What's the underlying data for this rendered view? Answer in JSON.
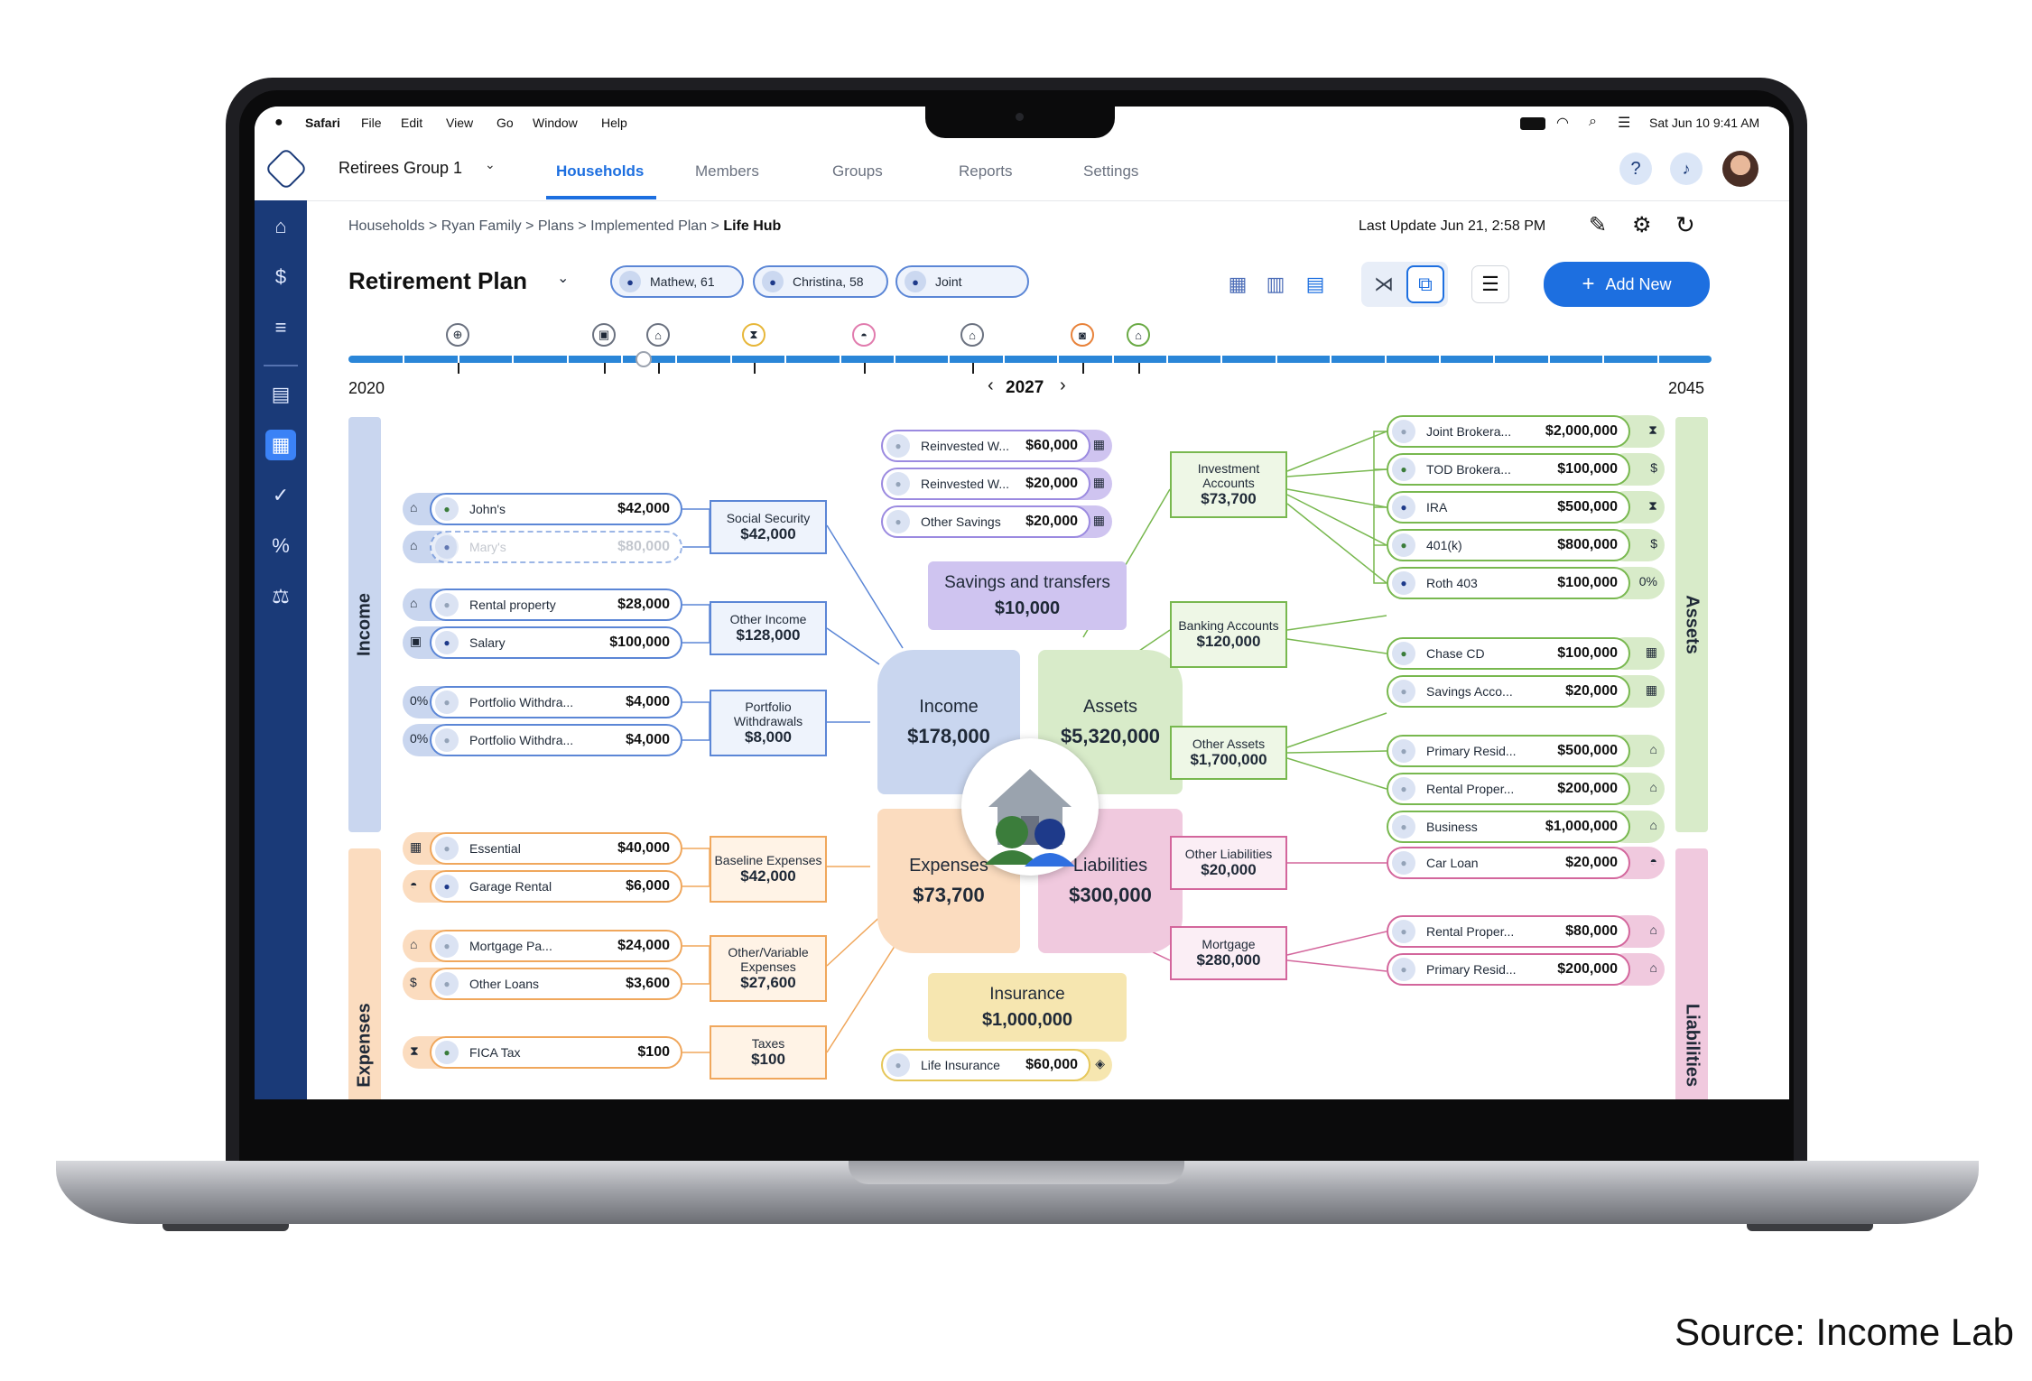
{
  "menubar": {
    "app": "Safari",
    "items": [
      "File",
      "Edit",
      "View",
      "Go",
      "Window",
      "Help"
    ],
    "clock": "Sat Jun 10  9:41 AM"
  },
  "topnav": {
    "group": "Retirees Group 1",
    "tabs": [
      "Households",
      "Members",
      "Groups",
      "Reports",
      "Settings"
    ],
    "active_tab": "Households"
  },
  "breadcrumb": {
    "trail": "Households > Ryan Family > Plans > Implemented Plan > ",
    "current": "Life Hub"
  },
  "last_update": "Last Update Jun 21, 2:58 PM",
  "plan": {
    "title": "Retirement Plan",
    "members": [
      "Mathew, 61",
      "Christina, 58",
      "Joint"
    ],
    "add_label": "Add New"
  },
  "timeline": {
    "start": "2020",
    "end": "2045",
    "current": "2027",
    "prev": "‹",
    "next": "›"
  },
  "bands": {
    "income": "Income",
    "expenses": "Expenses",
    "assets": "Assets",
    "liabilities": "Liabilities"
  },
  "income_items": [
    {
      "label": "John's",
      "value": "$42,000"
    },
    {
      "label": "Mary's",
      "value": "$80,000"
    },
    {
      "label": "Rental property",
      "value": "$28,000"
    },
    {
      "label": "Salary",
      "value": "$100,000"
    },
    {
      "label": "Portfolio Withdra...",
      "value": "$4,000"
    },
    {
      "label": "Portfolio Withdra...",
      "value": "$4,000"
    }
  ],
  "income_groups": [
    {
      "label": "Social Security",
      "value": "$42,000"
    },
    {
      "label": "Other Income",
      "value": "$128,000"
    },
    {
      "label": "Portfolio Withdrawals",
      "value": "$8,000"
    }
  ],
  "expense_items": [
    {
      "label": "Essential",
      "value": "$40,000"
    },
    {
      "label": "Garage Rental",
      "value": "$6,000"
    },
    {
      "label": "Mortgage Pa...",
      "value": "$24,000"
    },
    {
      "label": "Other Loans",
      "value": "$3,600"
    },
    {
      "label": "FICA Tax",
      "value": "$100"
    }
  ],
  "expense_groups": [
    {
      "label": "Baseline Expenses",
      "value": "$42,000"
    },
    {
      "label": "Other/Variable Expenses",
      "value": "$27,600"
    },
    {
      "label": "Taxes",
      "value": "$100"
    }
  ],
  "center": {
    "savings_items": [
      {
        "label": "Reinvested W...",
        "value": "$60,000"
      },
      {
        "label": "Reinvested W...",
        "value": "$20,000"
      },
      {
        "label": "Other Savings",
        "value": "$20,000"
      }
    ],
    "savings": {
      "label": "Savings and transfers",
      "value": "$10,000"
    },
    "income": {
      "label": "Income",
      "value": "$178,000"
    },
    "assets": {
      "label": "Assets",
      "value": "$5,320,000"
    },
    "expenses": {
      "label": "Expenses",
      "value": "$73,700"
    },
    "liabilities": {
      "label": "Liabilities",
      "value": "$300,000"
    },
    "insurance": {
      "label": "Insurance",
      "value": "$1,000,000"
    },
    "insurance_items": [
      {
        "label": "Life Insurance",
        "value": "$60,000"
      }
    ]
  },
  "asset_groups": [
    {
      "label": "Investment Accounts",
      "value": "$73,700"
    },
    {
      "label": "Banking Accounts",
      "value": "$120,000"
    },
    {
      "label": "Other Assets",
      "value": "$1,700,000"
    }
  ],
  "asset_items": [
    {
      "label": "Joint Brokera...",
      "value": "$2,000,000"
    },
    {
      "label": "TOD Brokera...",
      "value": "$100,000"
    },
    {
      "label": "IRA",
      "value": "$500,000"
    },
    {
      "label": "401(k)",
      "value": "$800,000"
    },
    {
      "label": "Roth 403",
      "value": "$100,000"
    },
    {
      "label": "Chase CD",
      "value": "$100,000"
    },
    {
      "label": "Savings Acco...",
      "value": "$20,000"
    },
    {
      "label": "Primary Resid...",
      "value": "$500,000"
    },
    {
      "label": "Rental Proper...",
      "value": "$200,000"
    },
    {
      "label": "Business",
      "value": "$1,000,000"
    }
  ],
  "liability_groups": [
    {
      "label": "Other Liabilities",
      "value": "$20,000"
    },
    {
      "label": "Mortgage",
      "value": "$280,000"
    }
  ],
  "liability_items": [
    {
      "label": "Car Loan",
      "value": "$20,000"
    },
    {
      "label": "Rental Proper...",
      "value": "$80,000"
    },
    {
      "label": "Primary Resid...",
      "value": "$200,000"
    }
  ],
  "caption": "Source: Income Lab",
  "colors": {
    "accent": "#1d6fe0",
    "sidebar": "#1a3a78",
    "income": "#c9d6ef",
    "expenses": "#fbdcbf",
    "assets": "#d8ebc9",
    "liabilities": "#f0c9de",
    "savings": "#cfc4f0",
    "insurance": "#f6e6b0"
  }
}
